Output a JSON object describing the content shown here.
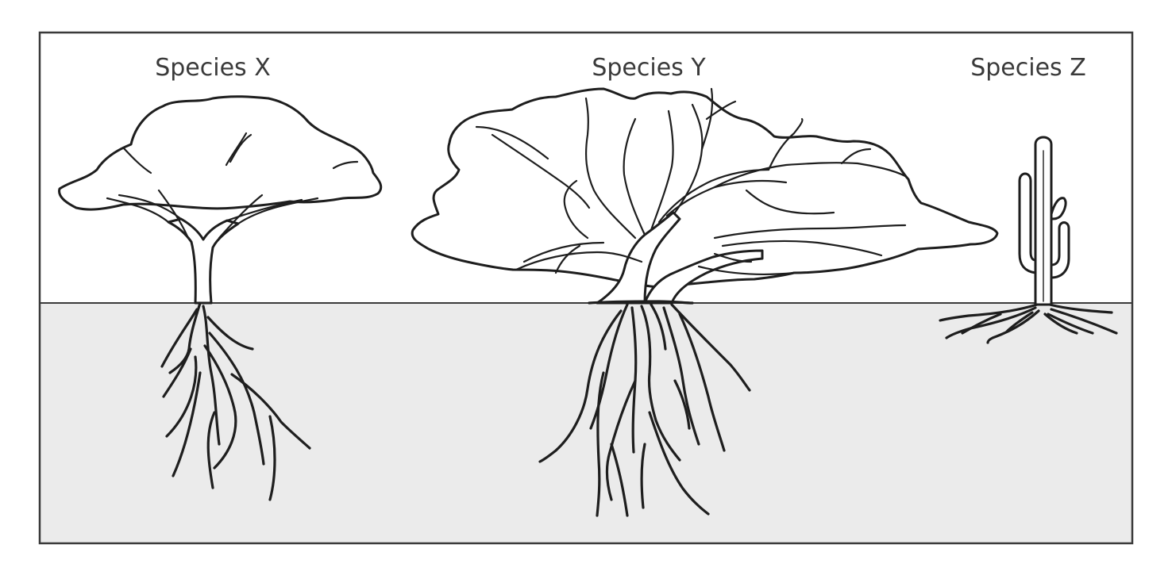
{
  "species": [
    {
      "label": "Species X",
      "icon": "acacia-tree-icon"
    },
    {
      "label": "Species Y",
      "icon": "mesquite-tree-icon"
    },
    {
      "label": "Species Z",
      "icon": "cactus-icon"
    }
  ],
  "colors": {
    "sky": "#ffffff",
    "soil": "#ebebeb",
    "border": "#3a3a3a",
    "ink": "#1e1e1e"
  }
}
